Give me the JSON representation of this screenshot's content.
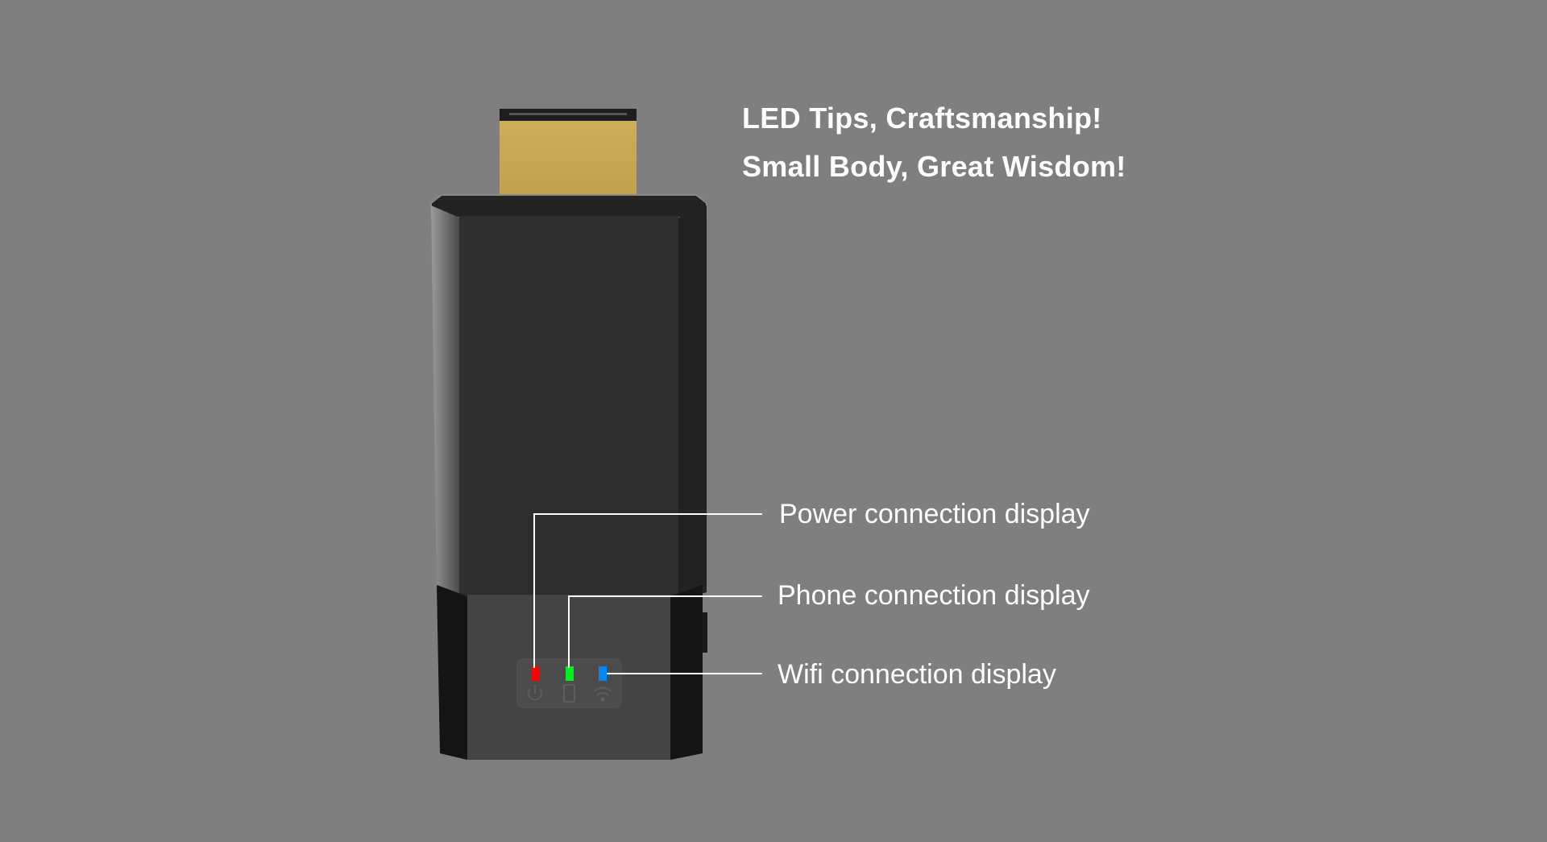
{
  "headline": {
    "line1": "LED Tips, Craftsmanship!",
    "line2": "Small Body, Great Wisdom!"
  },
  "callouts": [
    {
      "label": "Power connection display",
      "led_color": "#ff0000",
      "icon": "power-icon"
    },
    {
      "label": "Phone connection display",
      "led_color": "#00ee22",
      "icon": "phone-icon"
    },
    {
      "label": "Wifi connection display",
      "led_color": "#0088ff",
      "icon": "wifi-icon"
    }
  ],
  "colors": {
    "background": "#7f7f7f",
    "connector_gold": "#c9a757",
    "body": "#2e2e2e"
  }
}
